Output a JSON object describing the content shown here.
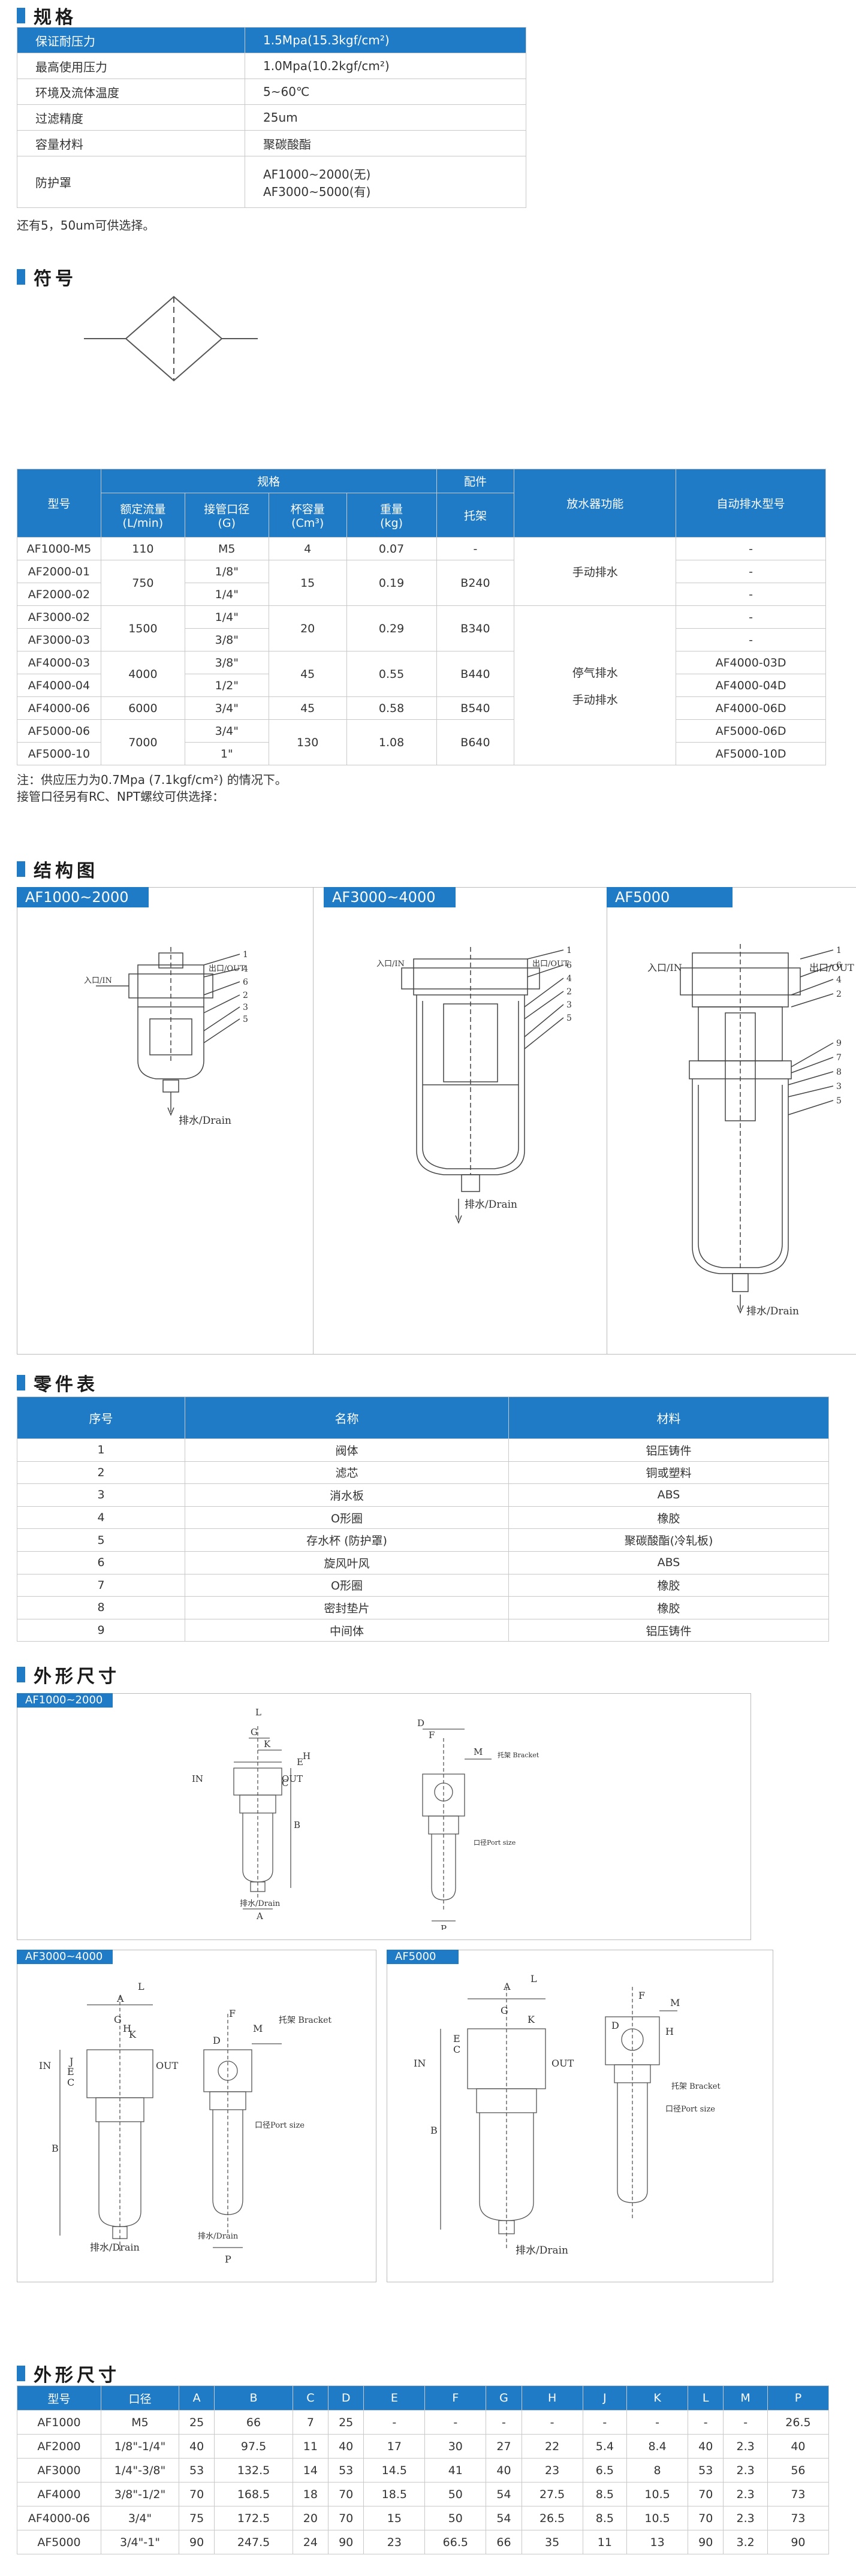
{
  "sections": {
    "spec": "规格",
    "symbol": "符号",
    "structure": "结构图",
    "parts": "零件表",
    "outline": "外形尺寸",
    "dimensions": "外形尺寸"
  },
  "spec_table": {
    "rows": [
      {
        "k": "保证耐压力",
        "v": "1.5Mpa(15.3kgf/cm²)"
      },
      {
        "k": "最高使用压力",
        "v": "1.0Mpa(10.2kgf/cm²)"
      },
      {
        "k": "环境及流体温度",
        "v": "5~60℃"
      },
      {
        "k": "过滤精度",
        "v": "25um"
      },
      {
        "k": "容量材料",
        "v": "聚碳酸酯"
      }
    ],
    "guard_label": "防护罩",
    "guard_v1": "AF1000~2000(无)",
    "guard_v2": "AF3000~5000(有)",
    "note": "还有5，50um可供选择。"
  },
  "model_table": {
    "h_model": "型号",
    "h_spec": "规格",
    "h_acc": "配件",
    "h_drain": "放水器功能",
    "h_auto": "自动排水型号",
    "h_flow": "额定流量",
    "h_flow_u": "(L/min)",
    "h_port": "接管口径",
    "h_port_u": "(G)",
    "h_cup": "杯容量",
    "h_cup_u": "(Cm³)",
    "h_weight": "重量",
    "h_weight_u": "(kg)",
    "h_bracket": "托架",
    "models": [
      "AF1000-M5",
      "AF2000-01",
      "AF2000-02",
      "AF3000-02",
      "AF3000-03",
      "AF4000-03",
      "AF4000-04",
      "AF4000-06",
      "AF5000-06",
      "AF5000-10"
    ],
    "ports": [
      "M5",
      "1/8\"",
      "1/4\"",
      "1/4\"",
      "3/8\"",
      "3/8\"",
      "1/2\"",
      "3/4\"",
      "3/4\"",
      "1\""
    ],
    "auto": [
      "-",
      "-",
      "-",
      "-",
      "-",
      "AF4000-03D",
      "AF4000-04D",
      "AF4000-06D",
      "AF5000-06D",
      "AF5000-10D"
    ],
    "flow": [
      "110",
      "750",
      "1500",
      "4000",
      "6000",
      "7000"
    ],
    "cup": [
      "4",
      "15",
      "20",
      "45",
      "45",
      "130"
    ],
    "weight": [
      "0.07",
      "0.19",
      "0.29",
      "0.55",
      "0.58",
      "1.08"
    ],
    "bracket": [
      "-",
      "B240",
      "B340",
      "B440",
      "B540",
      "B640"
    ],
    "drain_manual": "手动排水",
    "drain_stop": "停气排水",
    "drain_manual2": "手动排水",
    "note1": "注：供应压力为0.7Mpa (7.1kgf/cm²) 的情况下。",
    "note2": "接管口径另有RC、NPT螺纹可供选择："
  },
  "structure": {
    "tab1": "AF1000~2000",
    "tab2": "AF3000~4000",
    "tab3": "AF5000",
    "in": "入口/IN",
    "out": "出口/OUT",
    "drain": "排水/Drain"
  },
  "parts_table": {
    "headers": [
      "序号",
      "名称",
      "材料"
    ],
    "rows": [
      [
        "1",
        "阀体",
        "铝压铸件"
      ],
      [
        "2",
        "滤芯",
        "铜或塑料"
      ],
      [
        "3",
        "消水板",
        "ABS"
      ],
      [
        "4",
        "O形圈",
        "橡胶"
      ],
      [
        "5",
        "存水杯 (防护罩)",
        "聚碳酸酯(冷轧板)"
      ],
      [
        "6",
        "旋风叶风",
        "ABS"
      ],
      [
        "7",
        "O形圈",
        "橡胶"
      ],
      [
        "8",
        "密封垫片",
        "橡胶"
      ],
      [
        "9",
        "中间体",
        "铝压铸件"
      ]
    ]
  },
  "outline": {
    "tab1": "AF1000~2000",
    "tab2": "AF3000~4000",
    "tab3": "AF5000",
    "in": "IN",
    "out": "OUT",
    "bracket_en": "托架 Bracket",
    "port_size": "口径Port size",
    "drain": "排水/Drain",
    "bracket_cn": "托架 Bracket"
  },
  "dims_table": {
    "headers": [
      "型号",
      "口径",
      "A",
      "B",
      "C",
      "D",
      "E",
      "F",
      "G",
      "H",
      "J",
      "K",
      "L",
      "M",
      "P"
    ],
    "rows": [
      [
        "AF1000",
        "M5",
        "25",
        "66",
        "7",
        "25",
        "-",
        "-",
        "-",
        "-",
        "-",
        "-",
        "-",
        "-",
        "26.5"
      ],
      [
        "AF2000",
        "1/8\"-1/4\"",
        "40",
        "97.5",
        "11",
        "40",
        "17",
        "30",
        "27",
        "22",
        "5.4",
        "8.4",
        "40",
        "2.3",
        "40"
      ],
      [
        "AF3000",
        "1/4\"-3/8\"",
        "53",
        "132.5",
        "14",
        "53",
        "14.5",
        "41",
        "40",
        "23",
        "6.5",
        "8",
        "53",
        "2.3",
        "56"
      ],
      [
        "AF4000",
        "3/8\"-1/2\"",
        "70",
        "168.5",
        "18",
        "70",
        "18.5",
        "50",
        "54",
        "27.5",
        "8.5",
        "10.5",
        "70",
        "2.3",
        "73"
      ],
      [
        "AF4000-06",
        "3/4\"",
        "75",
        "172.5",
        "20",
        "70",
        "15",
        "50",
        "54",
        "26.5",
        "8.5",
        "10.5",
        "70",
        "2.3",
        "73"
      ],
      [
        "AF5000",
        "3/4\"-1\"",
        "90",
        "247.5",
        "24",
        "90",
        "23",
        "66.5",
        "66",
        "35",
        "11",
        "13",
        "90",
        "3.2",
        "90"
      ]
    ]
  },
  "colors": {
    "accent": "#1f7bc6"
  }
}
